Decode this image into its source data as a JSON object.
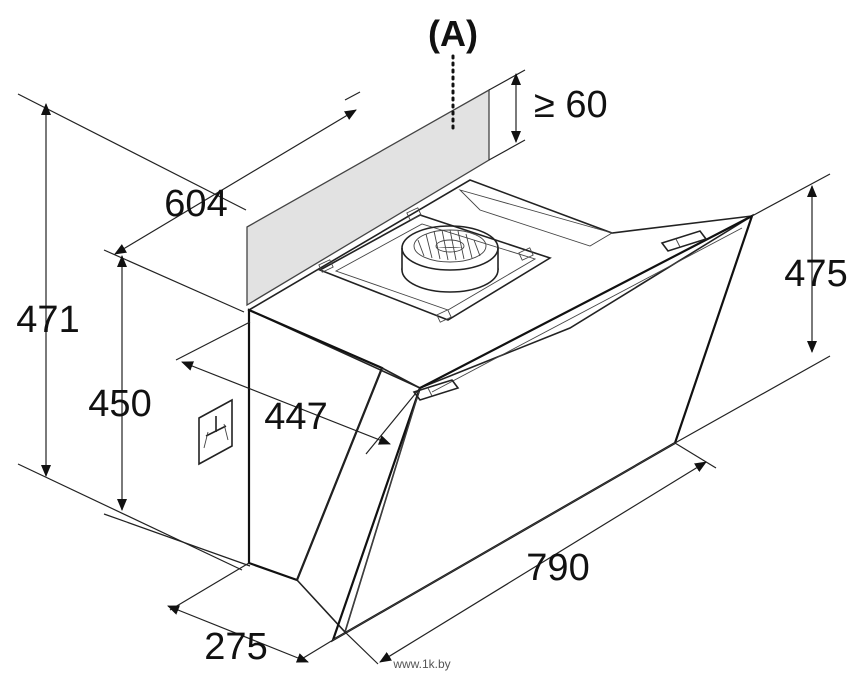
{
  "labels": {
    "outlet": "(A)",
    "clearance": "≥ 60",
    "width_chimney": "604",
    "height_total": "471",
    "height_body": "450",
    "depth_mid": "447",
    "height_side": "475",
    "width_total": "790",
    "depth_bottom": "275"
  },
  "watermark": "www.1k.by",
  "colors": {
    "stroke": "#222222",
    "chimney_fill": "#e2e2e2",
    "background": "#ffffff"
  },
  "icons": [
    "electrical-connection-icon",
    "fan-icon"
  ]
}
